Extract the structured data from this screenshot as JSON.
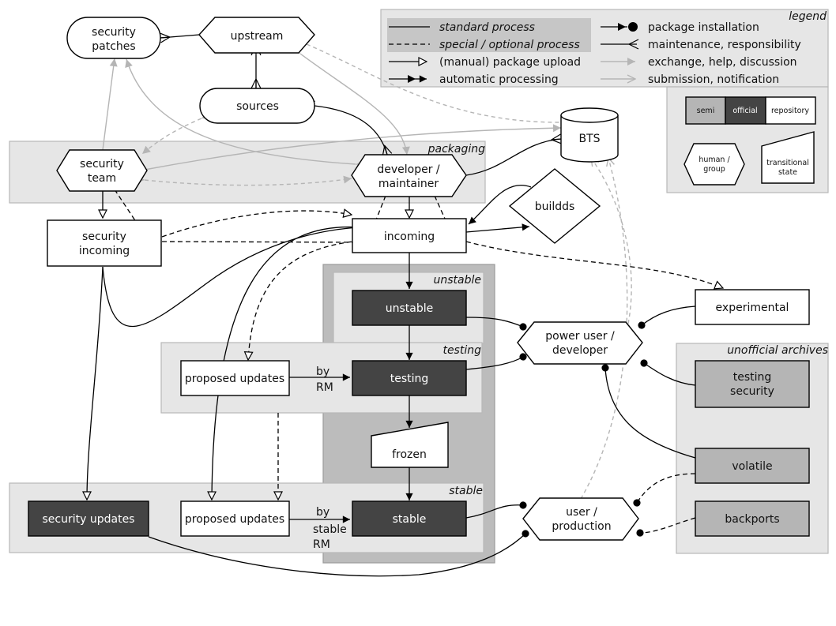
{
  "regions": {
    "packaging": "packaging",
    "unstable": "unstable",
    "testing": "testing",
    "stable": "stable",
    "unofficial": "unofficial archives"
  },
  "nodes": {
    "security_patches": [
      "security",
      "patches"
    ],
    "upstream": "upstream",
    "sources": "sources",
    "bts": "BTS",
    "security_team": [
      "security",
      "team"
    ],
    "developer": [
      "developer /",
      "maintainer"
    ],
    "security_incoming": [
      "security",
      "incoming"
    ],
    "incoming": "incoming",
    "buildds": "buildds",
    "experimental": "experimental",
    "unstable": "unstable",
    "power_user": [
      "power user /",
      "developer"
    ],
    "proposed_updates_testing": "proposed updates",
    "testing": "testing",
    "testing_security": [
      "testing",
      "security"
    ],
    "frozen": "frozen",
    "volatile": "volatile",
    "security_updates": "security updates",
    "proposed_updates_stable": "proposed updates",
    "stable": "stable",
    "user_production": [
      "user /",
      "production"
    ],
    "backports": "backports"
  },
  "edge_labels": {
    "by_rm": [
      "by",
      "RM"
    ],
    "by_stable_rm": [
      "by",
      "stable",
      "RM"
    ]
  },
  "legend": {
    "title": "legend",
    "standard": "standard process",
    "special": "special / optional process",
    "manual_upload": "(manual) package upload",
    "automatic": "automatic processing",
    "installation": "package installation",
    "maintenance": "maintenance, responsibility",
    "exchange": "exchange, help, discussion",
    "submission": "submission, notification",
    "semi": "semi",
    "official": "official",
    "repository": "repository",
    "human_group": [
      "human /",
      "group"
    ],
    "transitional": [
      "transitional",
      "state"
    ]
  }
}
